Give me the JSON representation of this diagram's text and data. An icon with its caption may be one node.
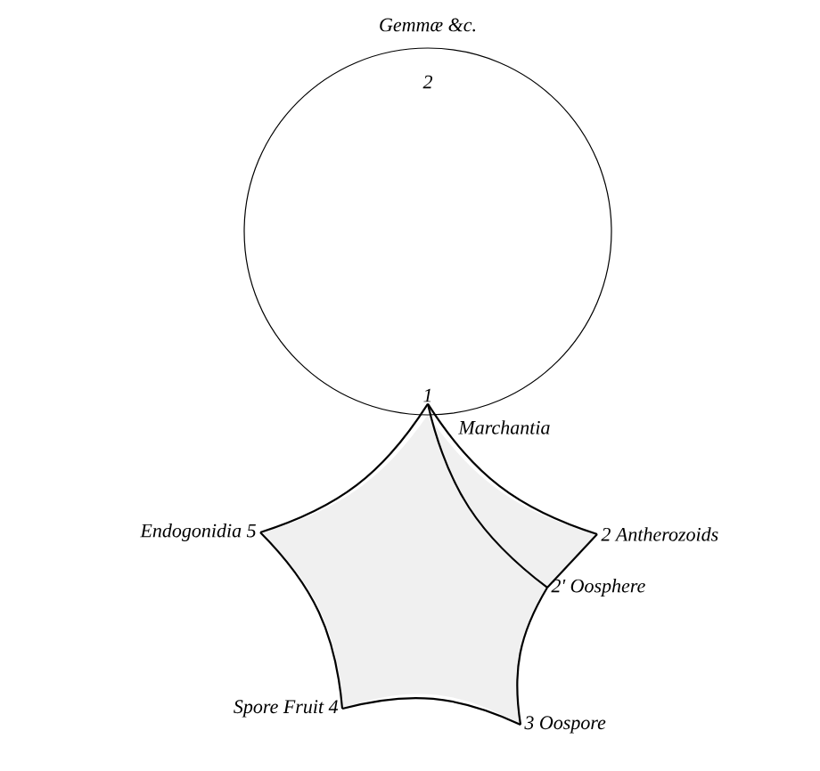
{
  "diagram": {
    "nodes": [
      {
        "text": [
          "2"
        ]
      },
      {
        "text": [
          "1"
        ],
        "in": 0
      },
      {
        "text": [
          "2 Antherozoids"
        ]
      },
      {
        "text": [
          "2' Oosphere"
        ]
      },
      {
        "text": [
          "3 Oospore"
        ]
      },
      {
        "text": [
          "Spore Fruit 4"
        ]
      },
      {
        "text": [
          "Endogonidia 5"
        ]
      }
    ],
    "edges": [
      {
        "from": 1,
        "to": 2,
        "arrow": "none"
      },
      {
        "from": 1,
        "to": 3,
        "arrow": "none"
      },
      {
        "from": 2,
        "to": 3,
        "arrow": "none"
      },
      {
        "from": 3,
        "to": 4,
        "arrow": "none"
      },
      {
        "from": 4,
        "to": 5,
        "arrow": "none"
      },
      {
        "from": 5,
        "to": 6,
        "arrow": "none"
      },
      {
        "from": 6,
        "to": 1,
        "arrow": "none"
      }
    ],
    "labels": [
      "Gemmæ &c.",
      "Marchantia"
    ]
  }
}
